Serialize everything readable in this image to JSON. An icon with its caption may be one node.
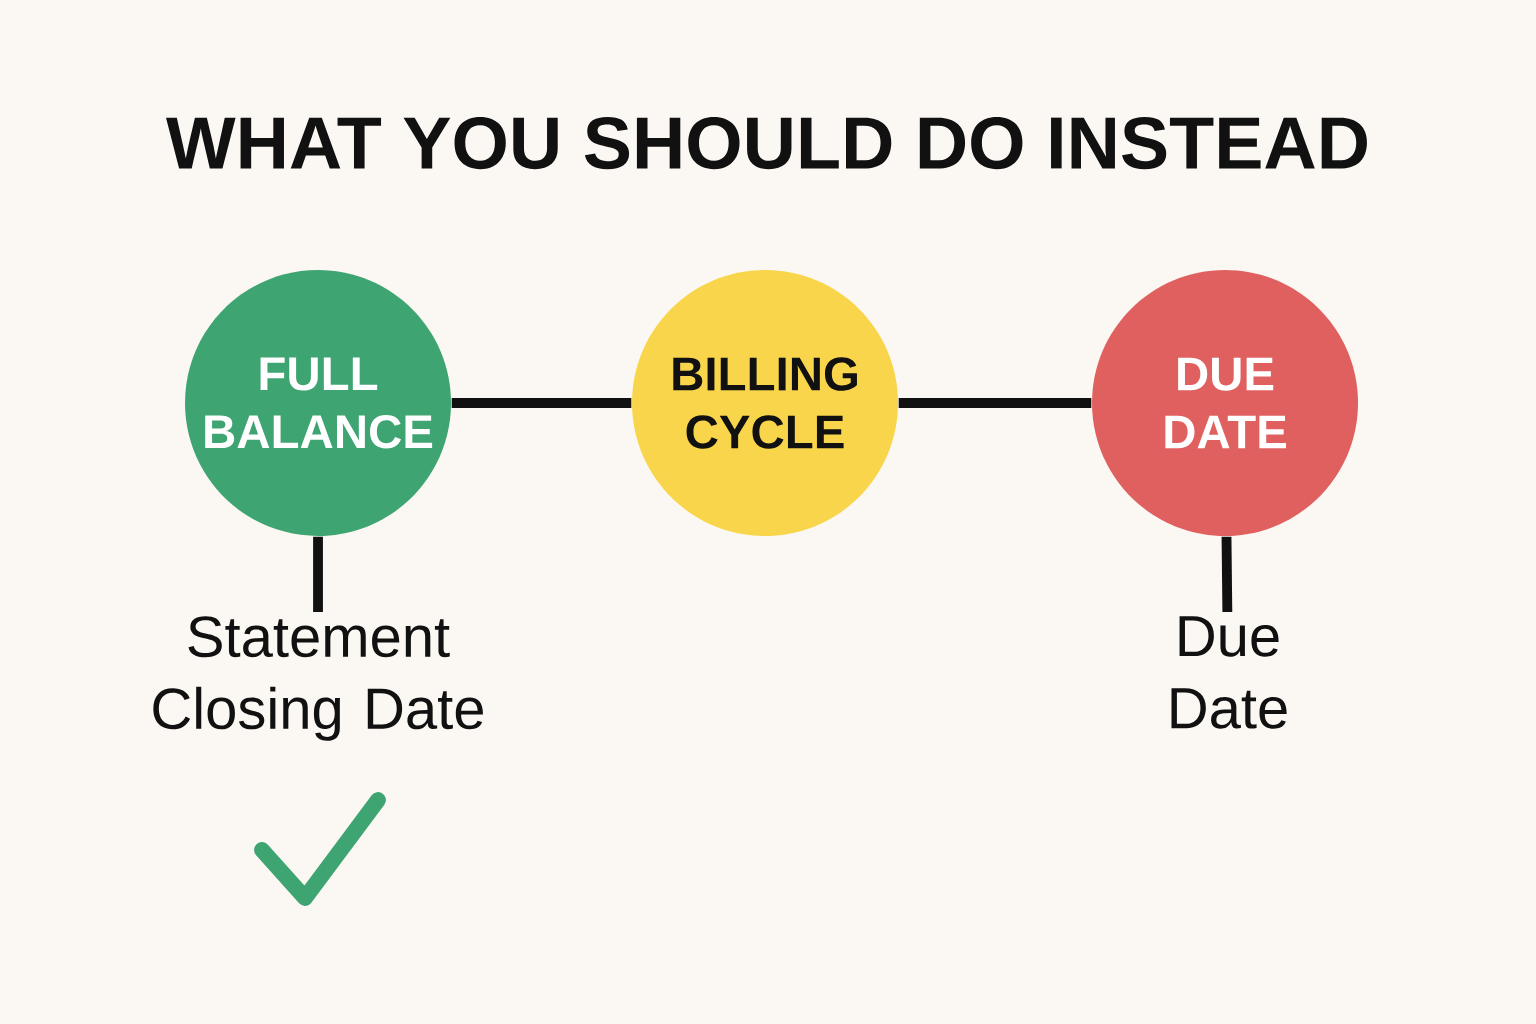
{
  "diagram": {
    "title": "WHAT YOU SHOULD DO INSTEAD",
    "nodes": [
      {
        "text": [
          "FULL BALANCE"
        ]
      },
      {
        "text": [
          "BILLING CYCLE"
        ]
      },
      {
        "text": [
          "DUE DATE"
        ]
      },
      {
        "text": [
          "Statement Closing Date"
        ]
      },
      {
        "text": [
          "Due Date"
        ]
      }
    ],
    "edges": [
      {
        "from": 0,
        "to": 1,
        "arrow": "none"
      },
      {
        "from": 1,
        "to": 2,
        "arrow": "none"
      },
      {
        "from": 0,
        "to": 3,
        "arrow": "none"
      },
      {
        "from": 2,
        "to": 4,
        "arrow": "none"
      }
    ]
  }
}
